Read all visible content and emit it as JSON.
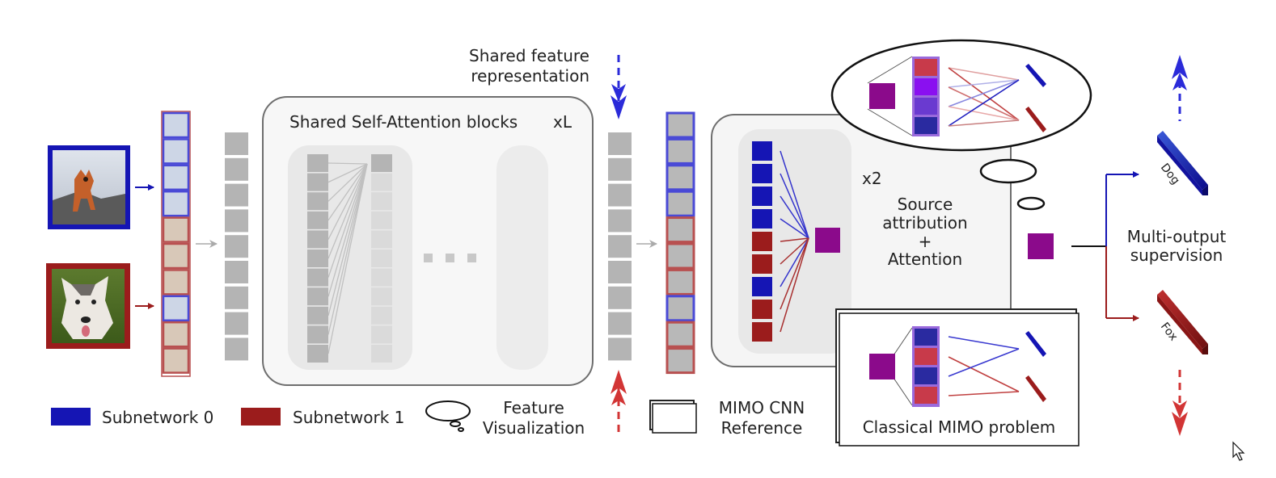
{
  "labels": {
    "shared_feature_line1": "Shared feature",
    "shared_feature_line2": "representation",
    "self_attention_title": "Shared Self-Attention blocks",
    "repeat_l": "xL",
    "repeat_2": "x2",
    "source_attr_line1": "Source",
    "source_attr_line2": "attribution",
    "source_attr_line3": "+",
    "source_attr_line4": "Attention",
    "multi_output_line1": "Multi-output",
    "multi_output_line2": "supervision",
    "out_dog": "Dog",
    "out_fox": "Fox",
    "classical_mimo": "Classical MIMO problem",
    "ellipsis": "· · ·"
  },
  "legend": {
    "subnet0": "Subnetwork 0",
    "subnet1": "Subnetwork 1",
    "feature_vis_line1": "Feature",
    "feature_vis_line2": "Visualization",
    "mimo_ref_line1": "MIMO CNN",
    "mimo_ref_line2": "Reference"
  },
  "colors": {
    "subnet0": "#1515b4",
    "subnet1": "#9b1c1c",
    "patch_outline_blue": "#4a4ad6",
    "patch_outline_red": "#b85050",
    "token_gray": "#b4b4b4",
    "purple": "#8b0a8b",
    "arrow_blue": "#2b2bd9",
    "arrow_red": "#d23535"
  },
  "icons": {
    "input_fox": "fox-photo",
    "input_dog": "dog-photo",
    "cursor": "mouse-cursor-icon"
  }
}
